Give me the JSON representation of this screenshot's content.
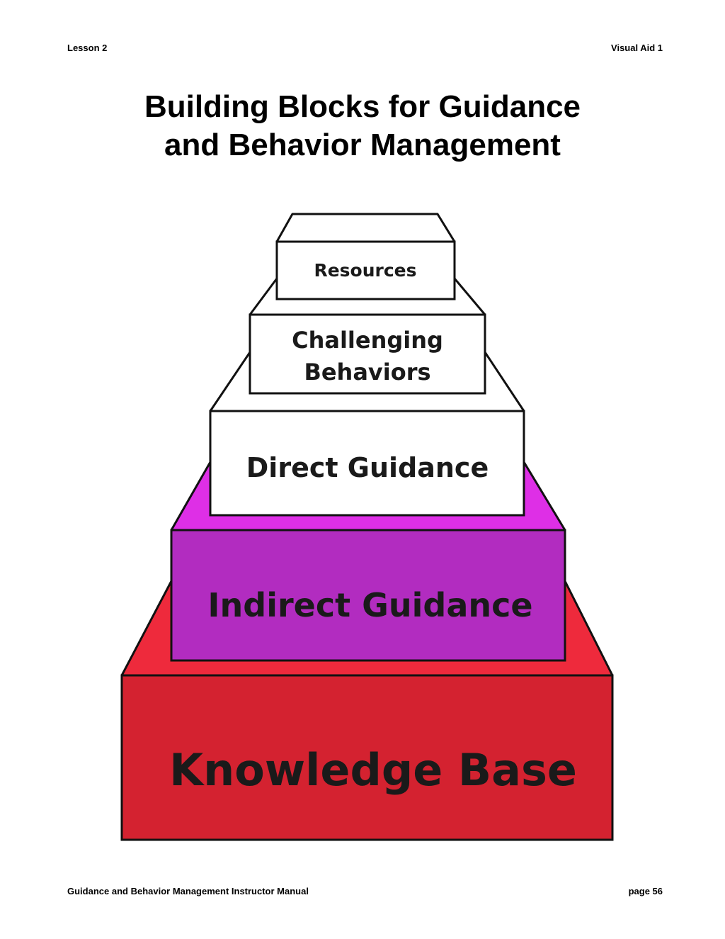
{
  "header": {
    "lesson": "Lesson 2",
    "visual_aid": "Visual Aid 1"
  },
  "title": {
    "line1": "Building Blocks for Guidance",
    "line2": "and Behavior Management"
  },
  "blocks": [
    {
      "label_lines": [
        "Resources"
      ],
      "top_color": "#ffffff",
      "front_color": "#ffffff"
    },
    {
      "label_lines": [
        "Challenging",
        "Behaviors"
      ],
      "top_color": "#ffffff",
      "front_color": "#ffffff"
    },
    {
      "label_lines": [
        "Direct Guidance"
      ],
      "top_color": "#ffffff",
      "front_color": "#ffffff"
    },
    {
      "label_lines": [
        "Indirect Guidance"
      ],
      "top_color": "#de2fe6",
      "front_color": "#b22cc0"
    },
    {
      "label_lines": [
        "Knowledge Base"
      ],
      "top_color": "#ee2a3c",
      "front_color": "#d42230"
    }
  ],
  "footer": {
    "manual": "Guidance and Behavior Management Instructor Manual",
    "page": "page 56"
  }
}
